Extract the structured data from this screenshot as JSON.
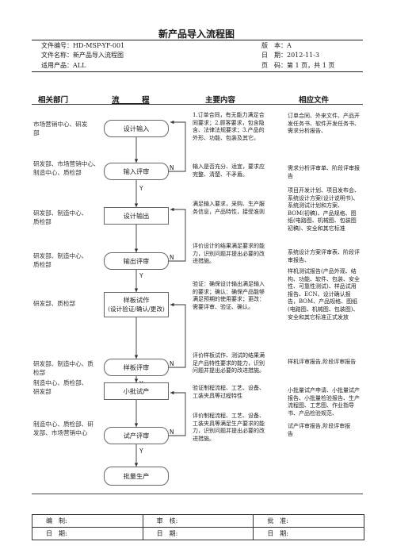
{
  "title": "新产品导入流程图",
  "header": {
    "doc_no": "文件编号：HD-MSP-YF-001",
    "doc_name": "文件名称：新产品导入流程图",
    "applies": "适用产品：ALL",
    "version": "版　本：A",
    "date": "日　期：2012-11-3",
    "page": "页　码：第 1 页，共 1 页"
  },
  "columns": {
    "dept": "相关部门",
    "flow": "流　　　程",
    "content": "主要内容",
    "docs": "相应文件"
  },
  "departments": [
    "市场营销中心、研发部",
    "研发部、市场营销中心、制造中心、质检部",
    "研发部、制造中心、质检部",
    "研发部、制造中心、质检部",
    "研发部、质检部",
    "研发部、制造中心、质检部",
    "制造中心、质检部、研发部",
    "制造中心、质检部、研发部、市场营销中心"
  ],
  "flow_nodes": [
    "设计输入",
    "输入评审",
    "设计输出",
    "输出评审",
    "样板试作",
    "(设计验证/确认/更改)",
    "样板评审",
    "小批试产",
    "试产评审",
    "批量生产"
  ],
  "flow_labels": {
    "yes": "Y",
    "no": "N"
  },
  "contents": [
    "1.订单合同，有无能力满足合同要求；2.顾客要求，包含隐含、法律法规要求；3.产品的外形、功能、包装及其它。",
    "输入是否充分、适宜，要求应完整、清楚、不矛盾。",
    "满足输入要求，采购、生产服务信息，产品特性，接受准则",
    "评价设计的结果满足要求的能力，识别问题并提出必要的改进措施。",
    "验证：确保设计输出满足输入的要求；确认：确保产品能够满足预期的使用要求；更改：需要评审、验证、确认。",
    "评价样板试作、测试的结果满足产品特性要求的能力，识别问题并提出必要的改进措施。",
    "验证制程流程、工艺、设备、工装夹具等过程特性",
    "评价制程流程、工艺、设备、工装夹具等满足生产要求的能力，识别问题并提出必要的改进措施。"
  ],
  "documents": [
    "订单合同、外来文件、产品开发任务书、软件开发任务书、需求分析报告、",
    "需求分析评审单、阶段评审报告",
    "项目开发计划、项目发布会、系统设计方案(设计说明书)、系统测试计划和方案、BOM(初稿)、产品规格、图纸(电路图、机械图、包装图初稿)、安全和其它标准",
    "系统设计方案评审表、阶段评审报告、",
    "样机测试报告(产品外观、结构、功能、软件、包装、安全性、可靠性测试)、样品试用报告、ECN、设计确认报告，BOM、产品规格、图纸(电路图、机械图、包装图)、安全和其它标准正式发放",
    "样机评审报告,阶段评审报告",
    "小批量试产申请、小批量试产报告、小批量检验报告、生产流程图、工艺图、作业指导书、产品检验规范、",
    "试产评审报告,阶段评审报告"
  ],
  "footer": {
    "row1": [
      "编　制:",
      "审　核:",
      "批　准:"
    ],
    "row2": [
      "日　期:",
      "日　期:",
      "日　期:"
    ]
  }
}
